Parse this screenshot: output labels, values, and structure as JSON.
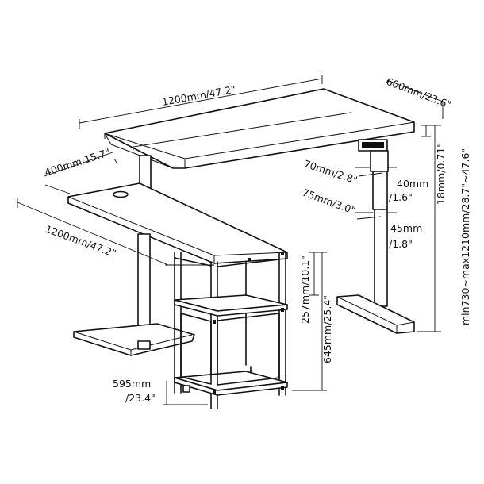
{
  "labels": {
    "top_width": "1200mm/47.2\"",
    "top_depth": "600mm/23.6\"",
    "side_depth": "400mm/15.7\"",
    "side_width": "1200mm/47.2\"",
    "height_range": "min730~max1210mm/28.7\"~47.6\"",
    "top_thickness": "18mm/0.71\"",
    "upper_col_w": "70mm/2.8\"",
    "upper_col_d1": "40mm",
    "upper_col_d2": "/1.6\"",
    "lower_col_w": "75mm/3.0\"",
    "lower_col_d1": "45mm",
    "lower_col_d2": "/1.8\"",
    "shelf_gap": "257mm/10.1\"",
    "shelf_height": "645mm/25.4\"",
    "shelf_depth1": "595mm",
    "shelf_depth2": "/23.4\""
  }
}
